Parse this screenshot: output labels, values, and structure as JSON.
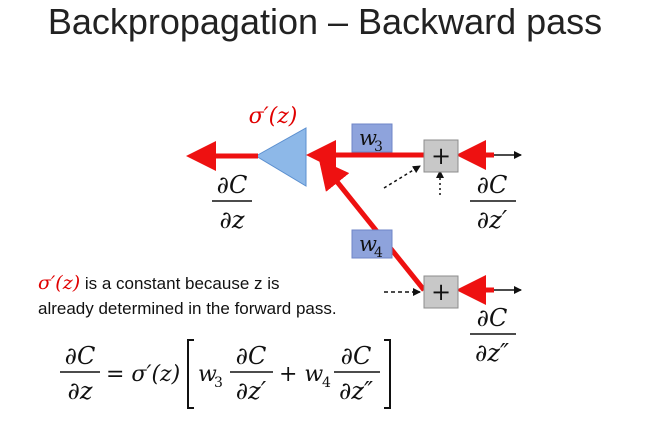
{
  "slide": {
    "title": "Backpropagation – Backward pass"
  },
  "neuron": {
    "activation_derivative": "σ′(z)"
  },
  "weights": {
    "w3_base": "w",
    "w3_sub": "3",
    "w4_base": "w",
    "w4_sub": "4"
  },
  "sum_nodes": {
    "symbol": "+"
  },
  "gradients": {
    "left_numerator": "∂C",
    "left_denominator": "∂z",
    "upper_numerator": "∂C",
    "upper_denominator": "∂z′",
    "lower_numerator": "∂C",
    "lower_denominator": "∂z″"
  },
  "note": {
    "sigma": "σ′(z)",
    "line1_rest": " is a constant because z is",
    "line2": "already determined in the forward pass."
  },
  "equation": {
    "lhs_numerator": "∂C",
    "lhs_denominator": "∂z",
    "equals_sigma": "= σ′(z)",
    "w3_base": "w",
    "w3_sub": "3",
    "frac1_numerator": "∂C",
    "frac1_denominator": "∂z′",
    "plus_w4_base": "+ w",
    "w4_sub": "4",
    "frac2_numerator": "∂C",
    "frac2_denominator": "∂z″"
  },
  "colors": {
    "arrow_red": "#ee1111",
    "neuron_fill": "#8db8e8",
    "weight_box_fill": "#8ea3dc",
    "sum_box_fill": "#c8c8c8",
    "sigma_red": "#e00000"
  }
}
